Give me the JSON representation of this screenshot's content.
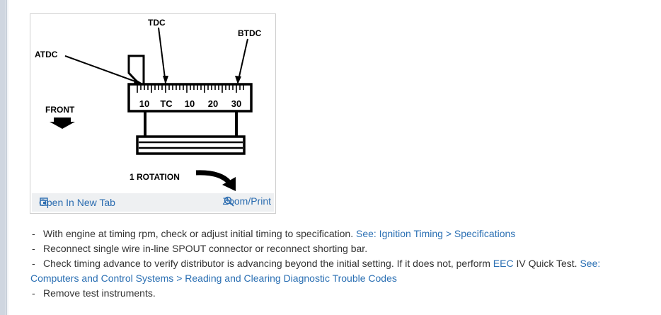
{
  "figure": {
    "labels": {
      "tdc": "TDC",
      "btdc": "BTDC",
      "atdc": "ATDC",
      "front": "FRONT",
      "rotation": "1 ROTATION",
      "scale": [
        "10",
        "TC",
        "10",
        "20",
        "30"
      ]
    },
    "toolbar": {
      "open_tab_label": "Open In New Tab",
      "zoom_label": "Zoom/Print"
    }
  },
  "steps": [
    {
      "text": "With engine at timing rpm, check or adjust initial timing to specification. ",
      "link": "See: Ignition Timing > Specifications"
    },
    {
      "text": "Reconnect single wire in-line SPOUT connector or reconnect shorting bar."
    },
    {
      "text_a": "Check timing advance to verify distributor is advancing beyond the initial setting. If it does not, perform ",
      "link_eec": "EEC",
      "text_b": " IV Quick Test. ",
      "link": "See: Computers and Control Systems > Reading and Clearing Diagnostic Trouble Codes"
    },
    {
      "text": "Remove test instruments."
    }
  ],
  "dash": "-",
  "colors": {
    "link": "#2a6fb3",
    "toolbar_bg": "#eef0f2"
  }
}
